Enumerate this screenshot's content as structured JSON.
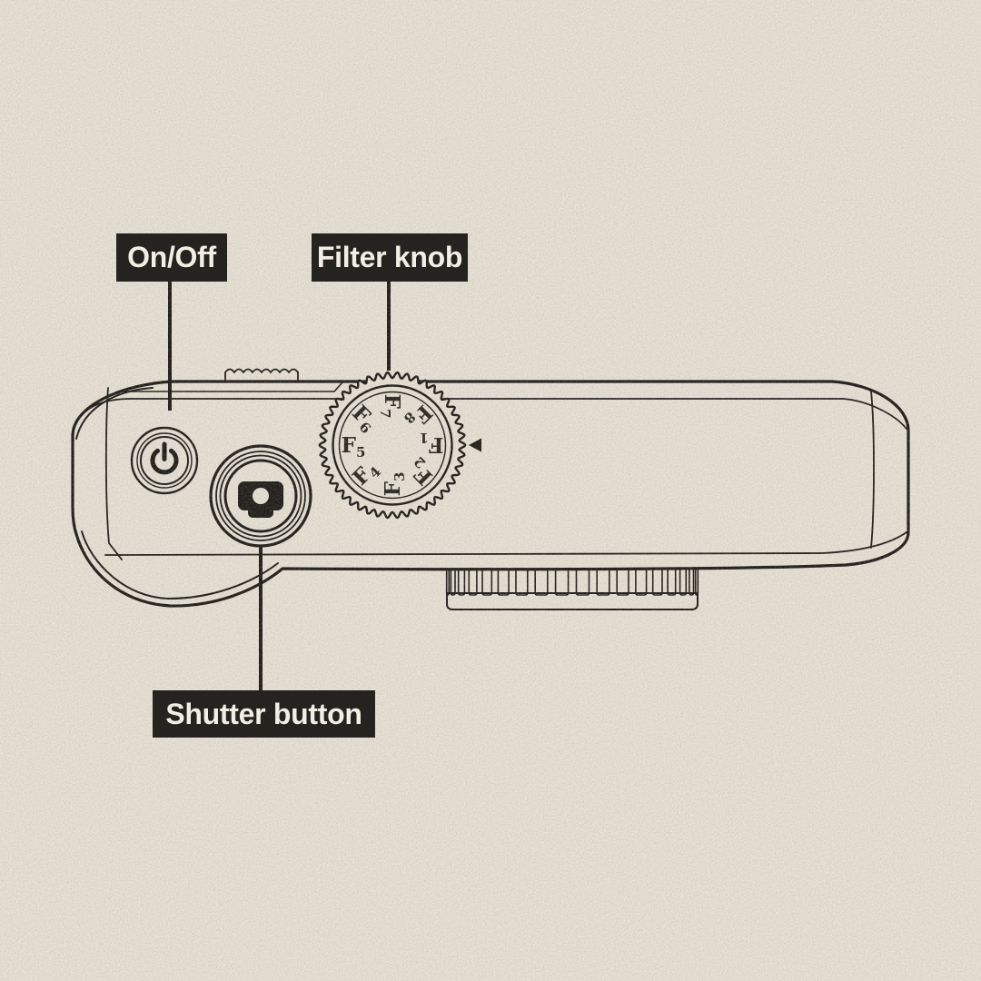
{
  "canvas": {
    "background_color": "#e9e3d7",
    "line_color": "#1d1b17"
  },
  "callouts": {
    "style": {
      "background_color": "#25231f",
      "text_color": "#f2eee4"
    },
    "on_off": "On/Off",
    "filter_knob": "Filter knob",
    "shutter_button": "Shutter button"
  },
  "camera": {
    "view": "top",
    "dial": {
      "marks": [
        "F1",
        "F2",
        "F3",
        "F4",
        "F5",
        "F6",
        "F7",
        "F8"
      ],
      "pointer_glyph": "◀"
    },
    "icons": [
      "power-icon",
      "camera-icon"
    ]
  }
}
